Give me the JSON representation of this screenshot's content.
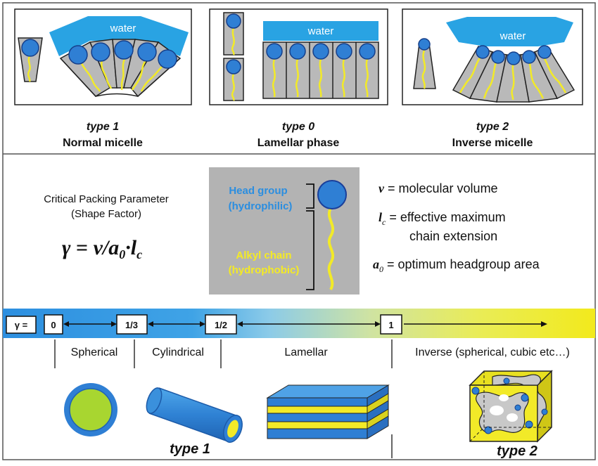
{
  "top_panels": {
    "panels": [
      {
        "type_label": "type 1",
        "name": "Normal micelle",
        "water_label": "water"
      },
      {
        "type_label": "type 0",
        "name": "Lamellar phase",
        "water_label": "water"
      },
      {
        "type_label": "type 2",
        "name": "Inverse micelle",
        "water_label": "water"
      }
    ]
  },
  "cpp": {
    "title_line1": "Critical Packing Parameter",
    "title_line2": "(Shape Factor)",
    "formula": {
      "gamma": "γ",
      "equals": " = ",
      "v": "v",
      "slash": "/",
      "a": "a",
      "a_sub": "0",
      "dot": "·",
      "l": "l",
      "l_sub": "c"
    }
  },
  "molecule": {
    "head_line1": "Head group",
    "head_line2": "(hydrophilic)",
    "tail_line1": "Alkyl chain",
    "tail_line2": "(hydrophobic)"
  },
  "definitions": {
    "v_symbol": "v",
    "v_text": " = molecular  volume",
    "l_symbol": "l",
    "l_sub": "c",
    "l_text1": " = effective maximum",
    "l_text2": "chain extension",
    "a_symbol": "a",
    "a_sub": "0",
    "a_text": " = optimum headgroup area"
  },
  "scale": {
    "gamma_label": "γ =",
    "ticks": [
      "0",
      "1/3",
      "1/2",
      "1"
    ],
    "regions": [
      "Spherical",
      "Cylindrical",
      "Lamellar",
      "Inverse (spherical, cubic etc…)"
    ]
  },
  "bottom": {
    "type1_label": "type 1",
    "type2_label": "type 2"
  },
  "colors": {
    "head_blue": "#2f7fd4",
    "water_blue": "#29a3e3",
    "tail_yellow": "#f2ea28",
    "core_green": "#a8d630",
    "wedge_gray": "#b9b9b9",
    "head_text": "#2b8ee0",
    "tail_text": "#f4ea24"
  }
}
